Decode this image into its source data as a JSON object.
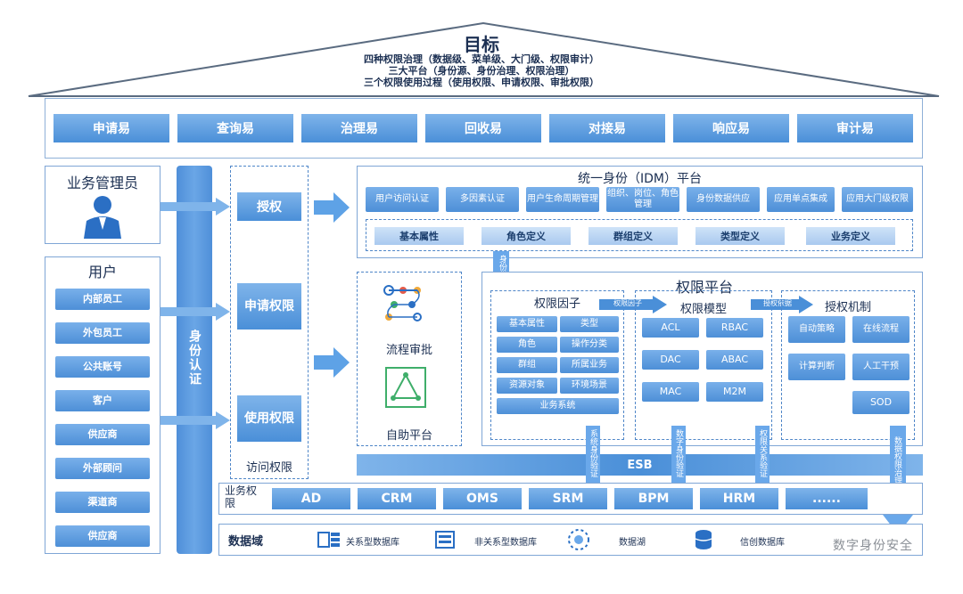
{
  "goal": {
    "title": "目标",
    "lines": [
      "四种权限治理（数据级、菜单级、大门级、权限审计）",
      "三大平台（身份源、身份治理、权限治理）",
      "三个权限使用过程（使用权限、申请权限、审批权限）"
    ]
  },
  "features": [
    "申请易",
    "查询易",
    "治理易",
    "回收易",
    "对接易",
    "响应易",
    "审计易"
  ],
  "biz_admin": {
    "title": "业务管理员"
  },
  "users": {
    "title": "用户",
    "items": [
      "内部员工",
      "外包员工",
      "公共账号",
      "客户",
      "供应商",
      "外部顾问",
      "渠道商",
      "供应商"
    ]
  },
  "auth_column": "身份认证",
  "access": {
    "items": [
      "授权",
      "申请权限",
      "使用权限"
    ],
    "caption": "访问权限"
  },
  "flow": {
    "approval": "流程审批",
    "selfservice": "自助平台"
  },
  "idm": {
    "title": "统一身份（IDM）平台",
    "chips": [
      "用户访问认证",
      "多因素认证",
      "用户生命周期管理",
      "组织、岗位、角色管理",
      "身份数据供应",
      "应用单点集成",
      "应用大门级权限"
    ],
    "defs": [
      "基本属性",
      "角色定义",
      "群组定义",
      "类型定义",
      "业务定义"
    ]
  },
  "supply_label": "身份供应",
  "perm": {
    "title": "权限平台",
    "factor_title": "权限因子",
    "factors": [
      "基本属性",
      "类型",
      "角色",
      "操作分类",
      "群组",
      "所属业务",
      "资源对象",
      "环境场景",
      "业务系统"
    ],
    "factor_arrow": "权限因子",
    "model_title": "权限模型",
    "models": [
      "ACL",
      "RBAC",
      "DAC",
      "ABAC",
      "MAC",
      "M2M"
    ],
    "auth_arrow": "授权依据",
    "mech_title": "授权机制",
    "mechs": [
      "自动策略",
      "在线流程",
      "计算判断",
      "人工干预",
      "SOD"
    ]
  },
  "esb": "ESB",
  "verify_labels": [
    "系统身份验证",
    "数字身份验证",
    "权限关系验证",
    "数据权限治理"
  ],
  "biz_perm": {
    "label": "业务权限",
    "systems": [
      "AD",
      "CRM",
      "OMS",
      "SRM",
      "BPM",
      "HRM",
      "......"
    ]
  },
  "data_domain": {
    "label": "数据域",
    "items": [
      "关系型数据库",
      "非关系型数据库",
      "数据湖",
      "信创数据库"
    ]
  },
  "watermark": "数字身份安全",
  "colors": {
    "accent": "#4a8fd8",
    "dark": "#1b2f52",
    "dashed": "#4f86c8"
  }
}
